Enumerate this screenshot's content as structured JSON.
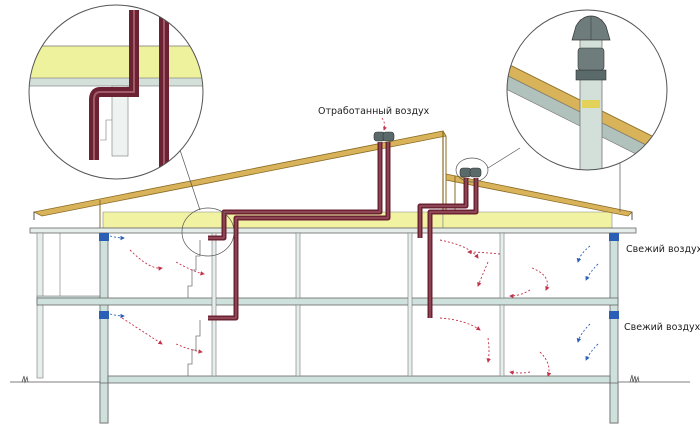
{
  "labels": {
    "exhaust_air": "Отработанный воздух",
    "fresh_air_upper": "Свежий воздух",
    "fresh_air_lower": "Свежий воздух"
  },
  "colors": {
    "duct": "#6b2333",
    "duct_light": "#a35a68",
    "insulation": "#f1f2a2",
    "roof": "#c9a24a",
    "wall": "#cfe1dc",
    "window": "#2b5fb5",
    "arrow": "#c4324a",
    "line": "#555555"
  }
}
